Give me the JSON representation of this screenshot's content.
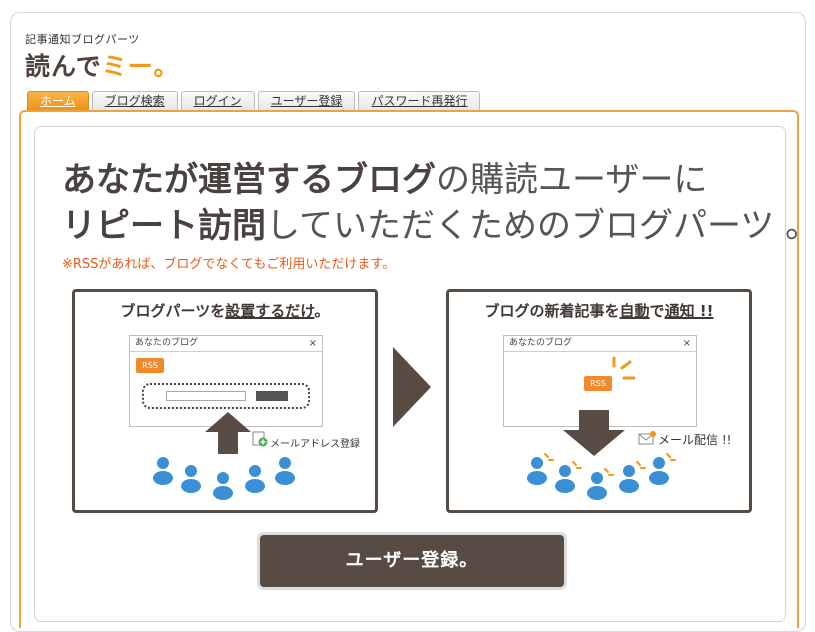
{
  "logo": {
    "small": "記事通知ブログパーツ",
    "main": "読んで",
    "accent": "ミー。"
  },
  "tabs": [
    {
      "label": "ホーム",
      "active": true
    },
    {
      "label": "ブログ検索",
      "active": false
    },
    {
      "label": "ログイン",
      "active": false
    },
    {
      "label": "ユーザー登録",
      "active": false
    },
    {
      "label": "パスワード再発行",
      "active": false
    }
  ],
  "headline": {
    "line1_bold": "あなたが運営するブログ",
    "line1_rest": "の購読ユーザーに",
    "line2_bold": "リピート訪問",
    "line2_rest": "していただくためのブログパーツ 。"
  },
  "note": "※RSSがあれば、ブログでなくてもご利用いただけます。",
  "left_panel": {
    "title_pre": "ブログパーツを",
    "title_u": "設置するだけ",
    "title_post": "。",
    "window_title": "あなたのブログ",
    "rss": "RSS",
    "close": "×",
    "email_label": "メールアドレス登録"
  },
  "right_panel": {
    "title_pre": "ブログの新着記事を",
    "title_u1": "自動",
    "title_mid": "で",
    "title_u2": "通知 !!",
    "window_title": "あなたのブログ",
    "rss": "RSS",
    "close": "×",
    "mail_label": "メール配信 !!"
  },
  "cta": {
    "label": "ユーザー登録。"
  },
  "colors": {
    "accent": "#ef9a1a",
    "dark": "#574b44",
    "note": "#ee5a16",
    "user": "#3b8fd6"
  }
}
